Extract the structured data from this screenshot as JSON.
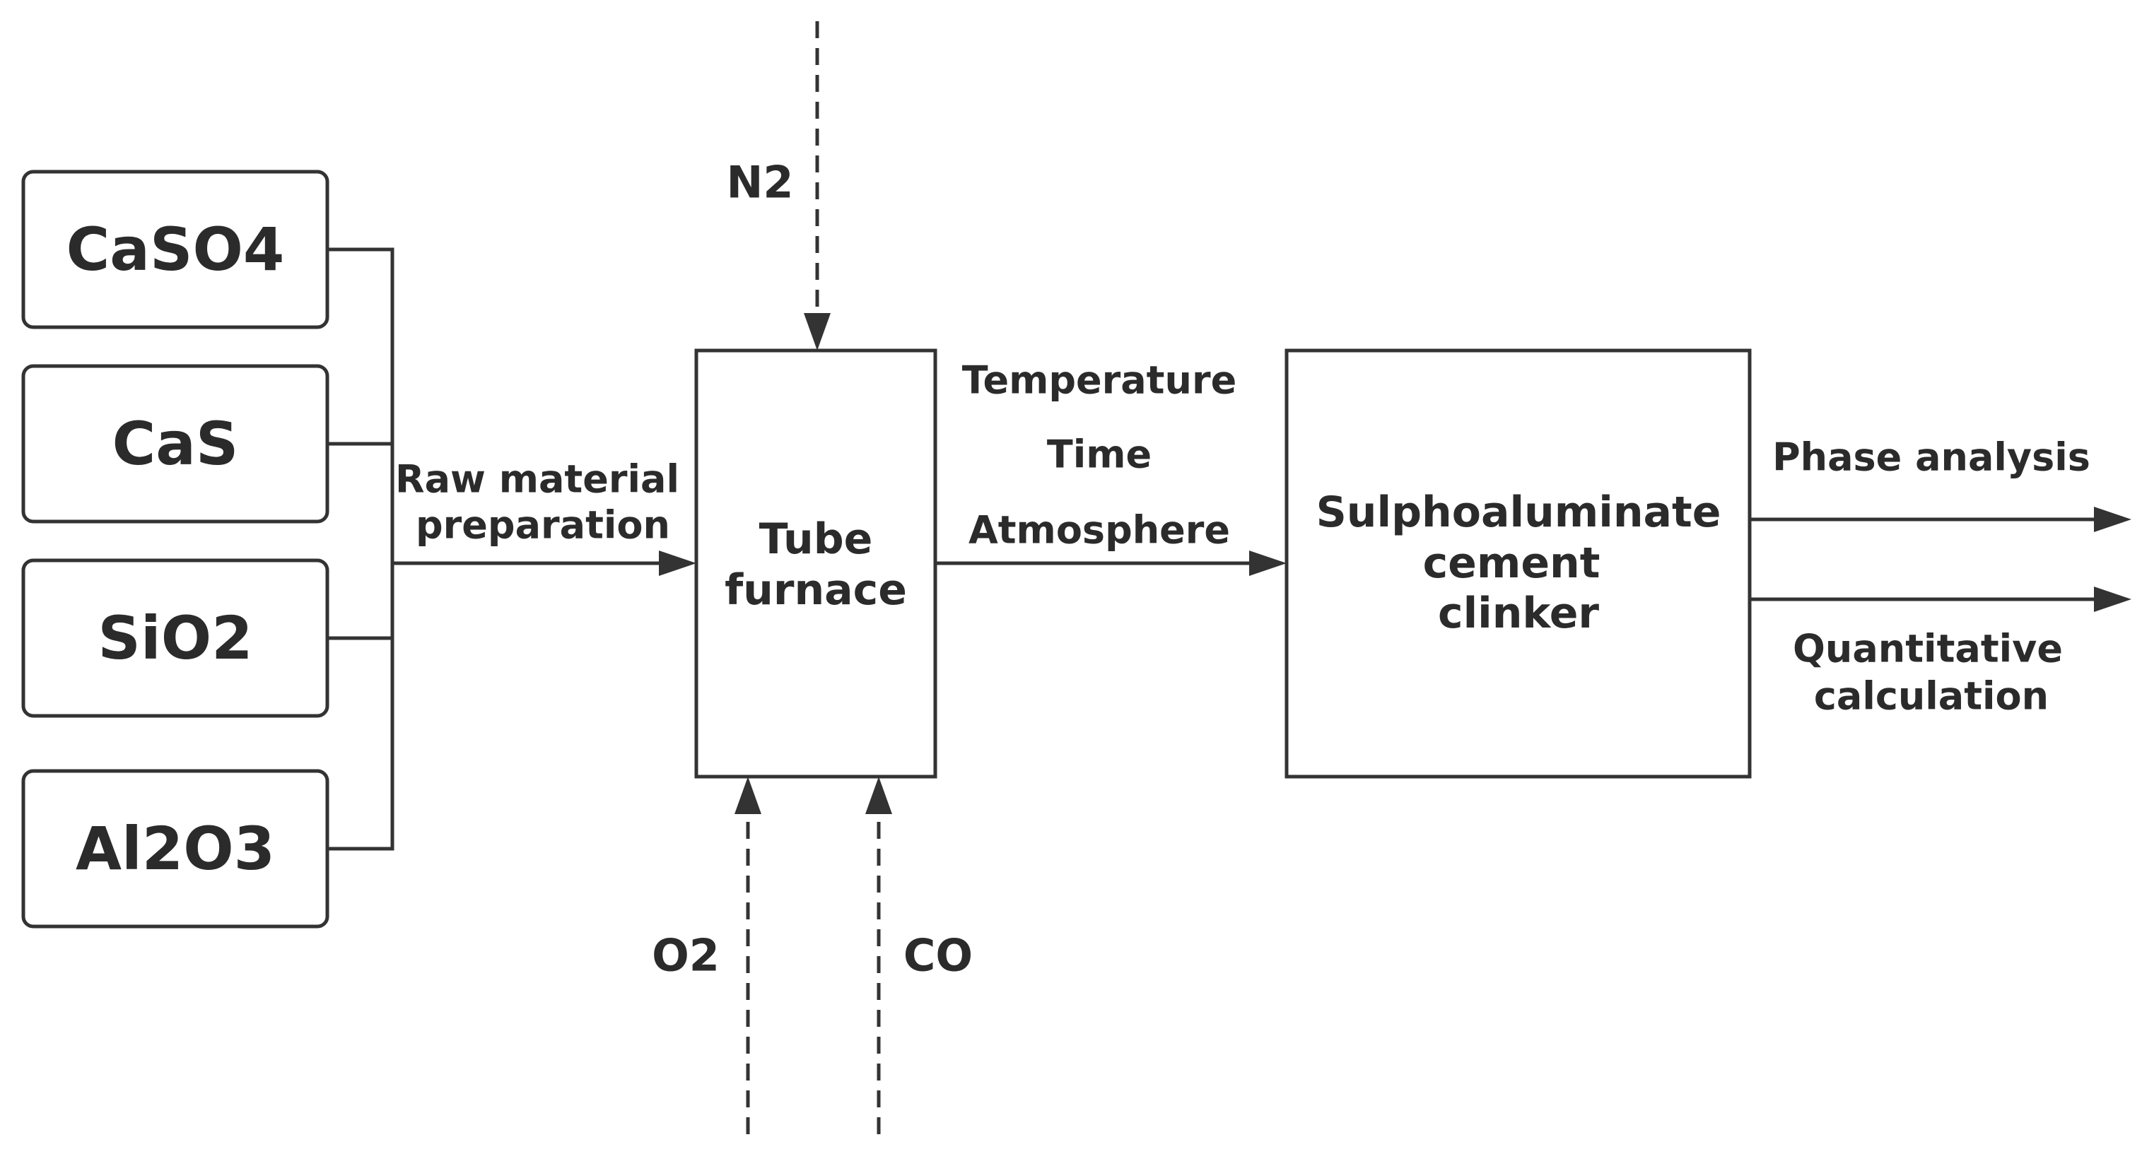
{
  "diagram": {
    "inputs": [
      "CaSO4",
      "CaS",
      "SiO2",
      "Al2O3"
    ],
    "process_label": [
      "Raw material",
      "preparation"
    ],
    "furnace": [
      "Tube",
      "furnace"
    ],
    "gases": {
      "top": "N2",
      "bottom_left": "O2",
      "bottom_right": "CO"
    },
    "conditions": [
      "Temperature",
      "Time",
      "Atmosphere"
    ],
    "product": [
      "Sulphoaluminate",
      "cement",
      "clinker"
    ],
    "outputs": {
      "first": "Phase analysis",
      "second": [
        "Quantitative",
        "calculation"
      ]
    },
    "colors": {
      "stroke": "#333333",
      "text": "#2b2b2b",
      "background": "#ffffff"
    }
  }
}
